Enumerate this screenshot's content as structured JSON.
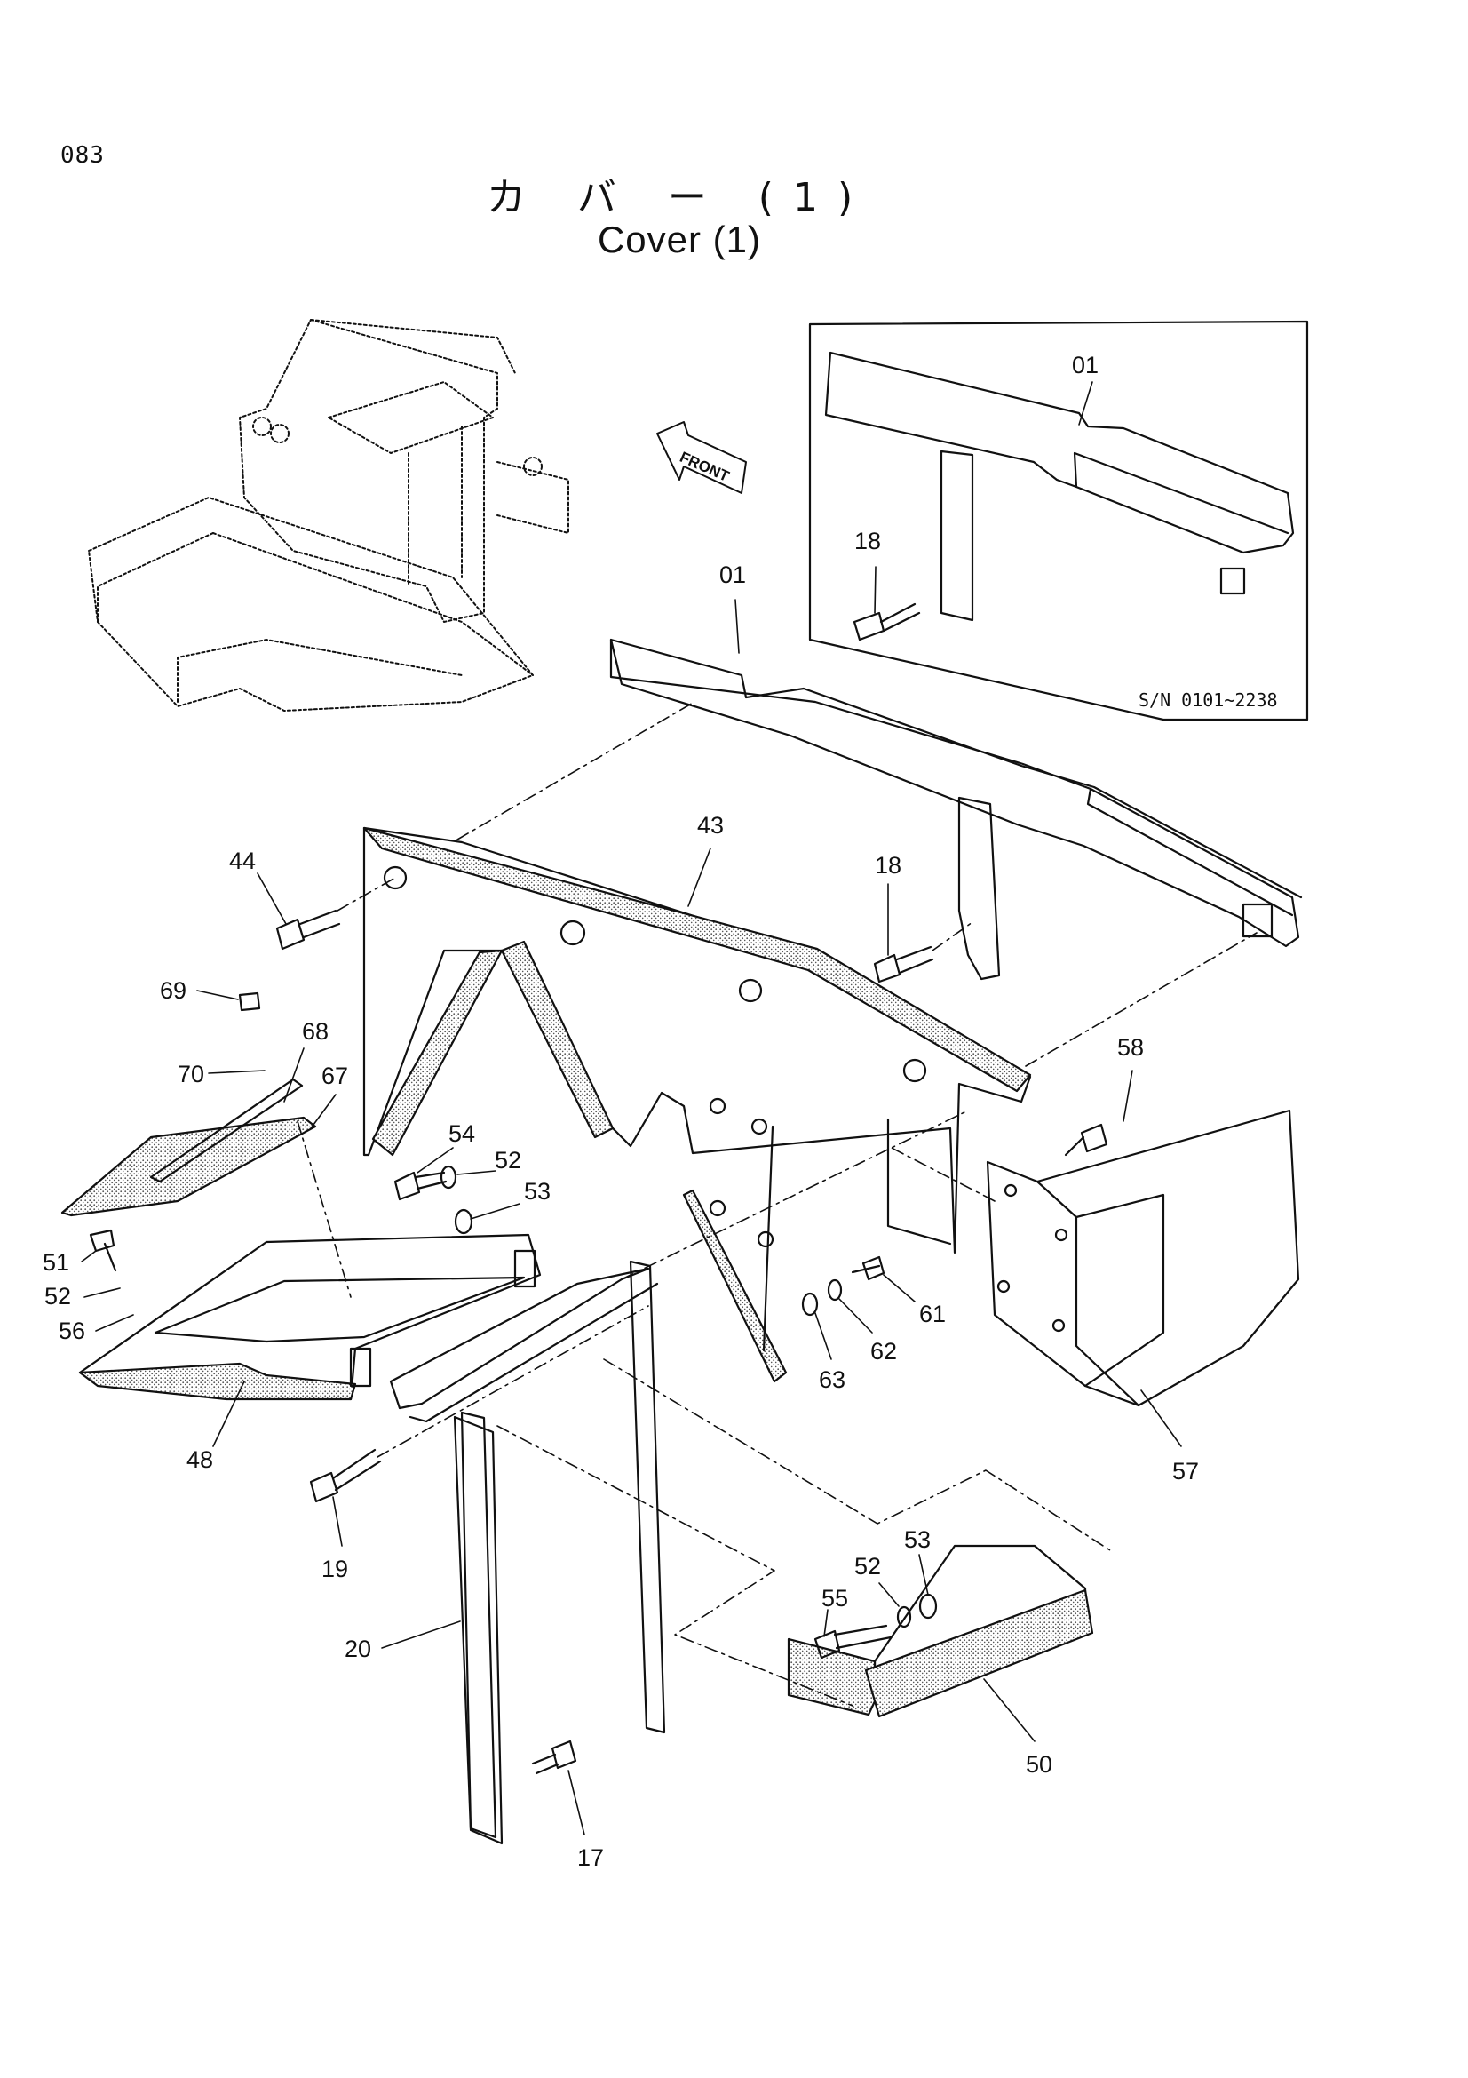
{
  "page": {
    "number": "083"
  },
  "title": {
    "japanese": "カ バ ー (1)",
    "english": "Cover (1)"
  },
  "inset": {
    "serial_range": "S/N 0101~2238",
    "callouts": [
      "01",
      "18"
    ]
  },
  "front_label": "FRONT",
  "callouts": {
    "p01": "01",
    "p43": "43",
    "p44": "44",
    "p18": "18",
    "p58": "58",
    "p69": "69",
    "p68": "68",
    "p70": "70",
    "p67": "67",
    "p54": "54",
    "p52a": "52",
    "p53a": "53",
    "p51": "51",
    "p52b": "52",
    "p56": "56",
    "p48": "48",
    "p61": "61",
    "p62": "62",
    "p63": "63",
    "p57": "57",
    "p19": "19",
    "p20": "20",
    "p53b": "53",
    "p52c": "52",
    "p55": "55",
    "p50": "50",
    "p17": "17"
  },
  "colors": {
    "ink": "#111111",
    "paper": "#ffffff",
    "foam": "#7a7a7a"
  }
}
